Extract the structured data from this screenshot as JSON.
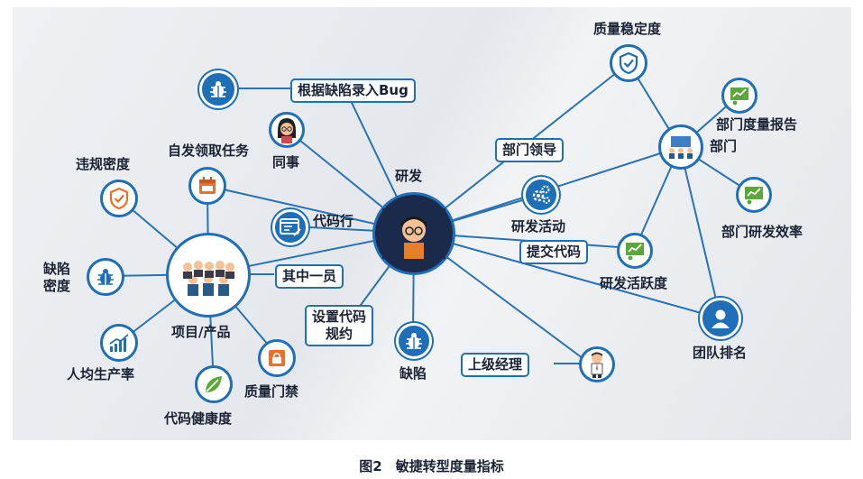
{
  "center": {
    "label": "研发"
  },
  "nodes": {
    "quality_stability": "质量稳定度",
    "dept_report": "部门度量报告",
    "dept": "部门",
    "dept_efficiency": "部门研发效率",
    "rd_activity": "研发活动",
    "rd_activeness": "研发活跃度",
    "team_rank": "团队排名",
    "defect": "缺陷",
    "colleague": "同事",
    "code_lines": "代码行",
    "self_task": "自发领取任务",
    "violation_density": "违规密度",
    "defect_density": "缺陷\n密度",
    "project": "项目/产品",
    "per_capita": "人均生产率",
    "code_health": "代码健康度",
    "quality_gate": "质量门禁"
  },
  "pills": {
    "bug_entry": "根据缺陷录入Bug",
    "dept_lead": "部门领导",
    "commit_code": "提交代码",
    "one_member": "其中一员",
    "code_rules": "设置代码\n规约",
    "superior": "上级经理"
  },
  "icons": {
    "bug": "bug-icon",
    "shield": "shield-check-icon",
    "chart": "chart-presentation-icon",
    "gears": "gears-icon",
    "user": "user-icon",
    "code": "code-window-icon",
    "calendar": "calendar-icon",
    "lock": "lock-icon",
    "leaf": "leaf-icon",
    "growth": "growth-chart-icon"
  },
  "colors": {
    "primary": "#1e6fb8",
    "orange": "#e8702a",
    "green": "#5aa83a"
  },
  "caption": "图2　敏捷转型度量指标"
}
